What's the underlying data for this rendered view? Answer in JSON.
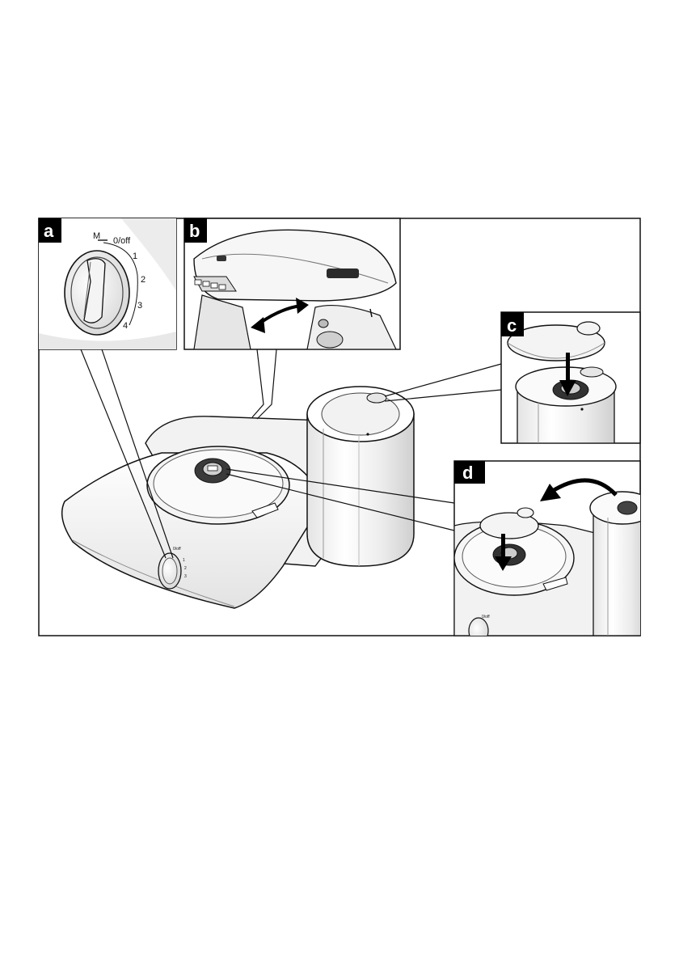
{
  "panels": {
    "a": {
      "label": "a"
    },
    "b": {
      "label": "b"
    },
    "c": {
      "label": "c"
    },
    "d": {
      "label": "d"
    }
  },
  "dial": {
    "m": "M",
    "off": "0/off",
    "s1": "1",
    "s2": "2",
    "s3": "3",
    "s4": "4"
  },
  "colors": {
    "outline": "#111111",
    "body": "#f6f6f6",
    "shade": "#dcdcdc",
    "dark": "#333333",
    "label_bg": "#000000"
  }
}
